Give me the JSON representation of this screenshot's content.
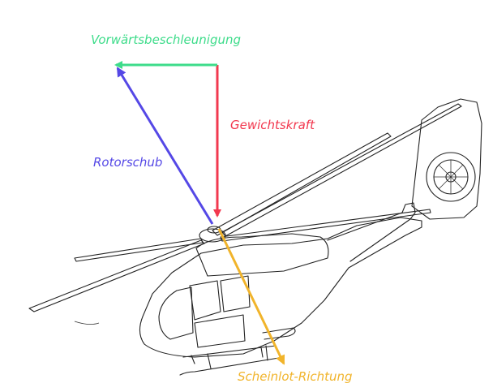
{
  "labels": {
    "forward_accel": "Vorwärtsbeschleunigung",
    "weight": "Gewichtskraft",
    "thrust": "Rotorschub",
    "apparent_vertical": "Scheinlot-Richtung"
  },
  "colors": {
    "forward_accel": "#3ddc8a",
    "weight": "#f2384f",
    "thrust": "#5548e6",
    "apparent_vertical": "#f1b42b"
  }
}
